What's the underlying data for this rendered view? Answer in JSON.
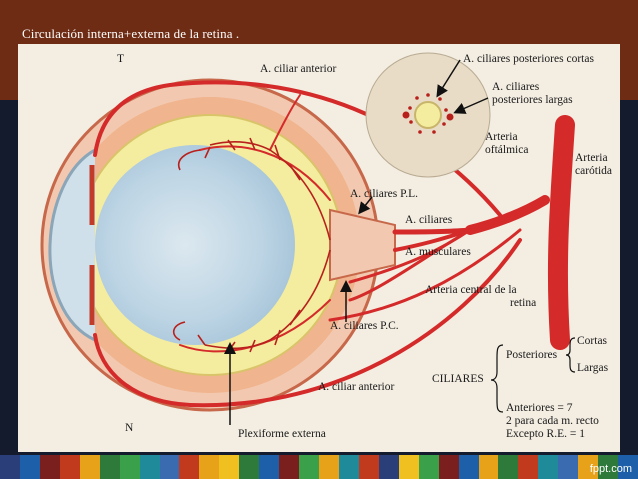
{
  "slide": {
    "title": "Circulación interna+externa de la retina .",
    "brand": "fppt.com"
  },
  "colors": {
    "title_bar": "#6e2c14",
    "background": "#141b2d",
    "panel": "#f3ede2",
    "vessel": "#d42a2a",
    "retina": "#f4ec9e",
    "vitreous": "#bcd4e4"
  },
  "diagram": {
    "labels": {
      "t": "T",
      "n": "N",
      "ciliar_anterior_top": "A. ciliar anterior",
      "ciliares_post_cortas": "A. ciliares posteriores cortas",
      "ciliares_post_largas_1": "A. ciliares",
      "ciliares_post_largas_2": "posteriores largas",
      "arteria_oftalmica_1": "Arteria",
      "arteria_oftalmica_2": "oftálmica",
      "arteria_carotida_1": "Arteria",
      "arteria_carotida_2": "carótida",
      "ciliares_pl": "A. ciliares P.L.",
      "ciliares": "A. ciliares",
      "musculares": "A. musculares",
      "central_retina_1": "Arteria central de la",
      "central_retina_2": "retina",
      "ciliares_pc": "A. ciliares P.C.",
      "ciliar_anterior_bottom": "A. ciliar anterior",
      "plexiforme": "Plexiforme externa"
    },
    "classification": {
      "ciliares": "CILIARES",
      "posteriores": "Posteriores",
      "cortas": "Cortas",
      "largas": "Largas",
      "anteriores": "Anteriores = 7",
      "dos_para": "2 para cada m. recto",
      "excepto": "Excepto R.E. = 1"
    }
  },
  "footer_colors": [
    "#2a3f7a",
    "#1d5fa8",
    "#7a1e1e",
    "#c23a1e",
    "#e8a21a",
    "#2e7a3a",
    "#3aa04a",
    "#1f8a9a",
    "#3a6ab0",
    "#c23a1e",
    "#e8a21a",
    "#f0c020",
    "#2e7a3a",
    "#1d5fa8",
    "#7a1e1e",
    "#3aa04a",
    "#e8a21a",
    "#1f8a9a",
    "#c23a1e",
    "#2a3f7a",
    "#f0c020",
    "#3aa04a",
    "#7a1e1e",
    "#1d5fa8",
    "#e8a21a",
    "#2e7a3a",
    "#c23a1e",
    "#1f8a9a",
    "#3a6ab0",
    "#e8a21a",
    "#2e7a3a",
    "#1d5fa8"
  ]
}
